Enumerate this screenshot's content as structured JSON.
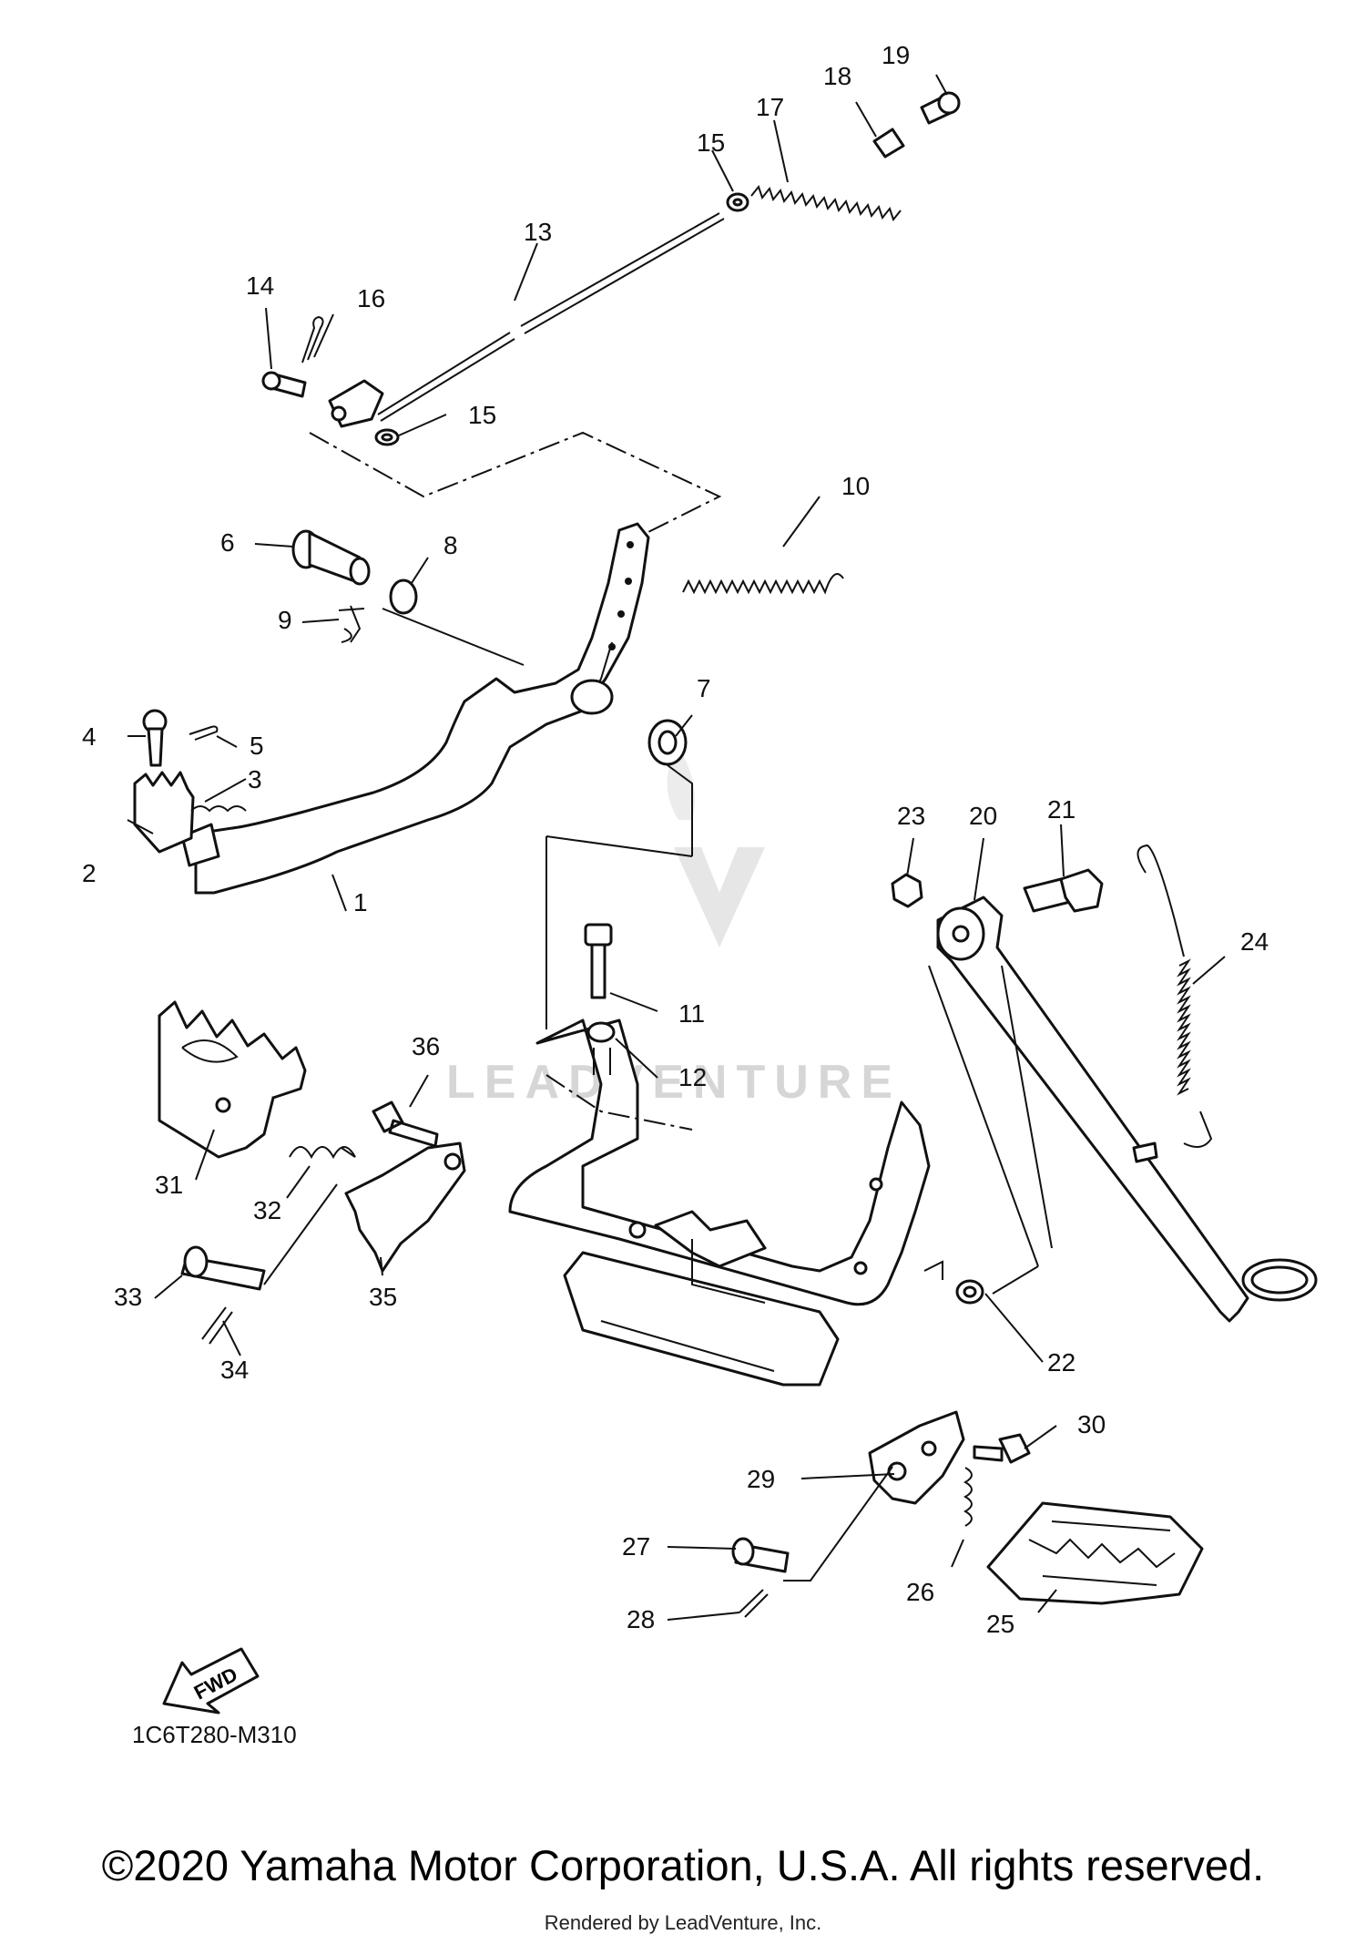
{
  "watermark": "LEADVENTURE",
  "diagram_code": "1C6T280-M310",
  "fwd_label": "FWD",
  "callouts": [
    "1",
    "2",
    "3",
    "4",
    "5",
    "6",
    "7",
    "8",
    "9",
    "10",
    "11",
    "12",
    "13",
    "14",
    "15",
    "15",
    "16",
    "17",
    "18",
    "19",
    "20",
    "21",
    "22",
    "23",
    "24",
    "25",
    "26",
    "27",
    "28",
    "29",
    "30",
    "31",
    "32",
    "33",
    "34",
    "35",
    "36"
  ],
  "footer": {
    "copyright": "©2020 Yamaha Motor Corporation, U.S.A. All rights reserved.",
    "rendered_by": "Rendered by LeadVenture, Inc."
  }
}
